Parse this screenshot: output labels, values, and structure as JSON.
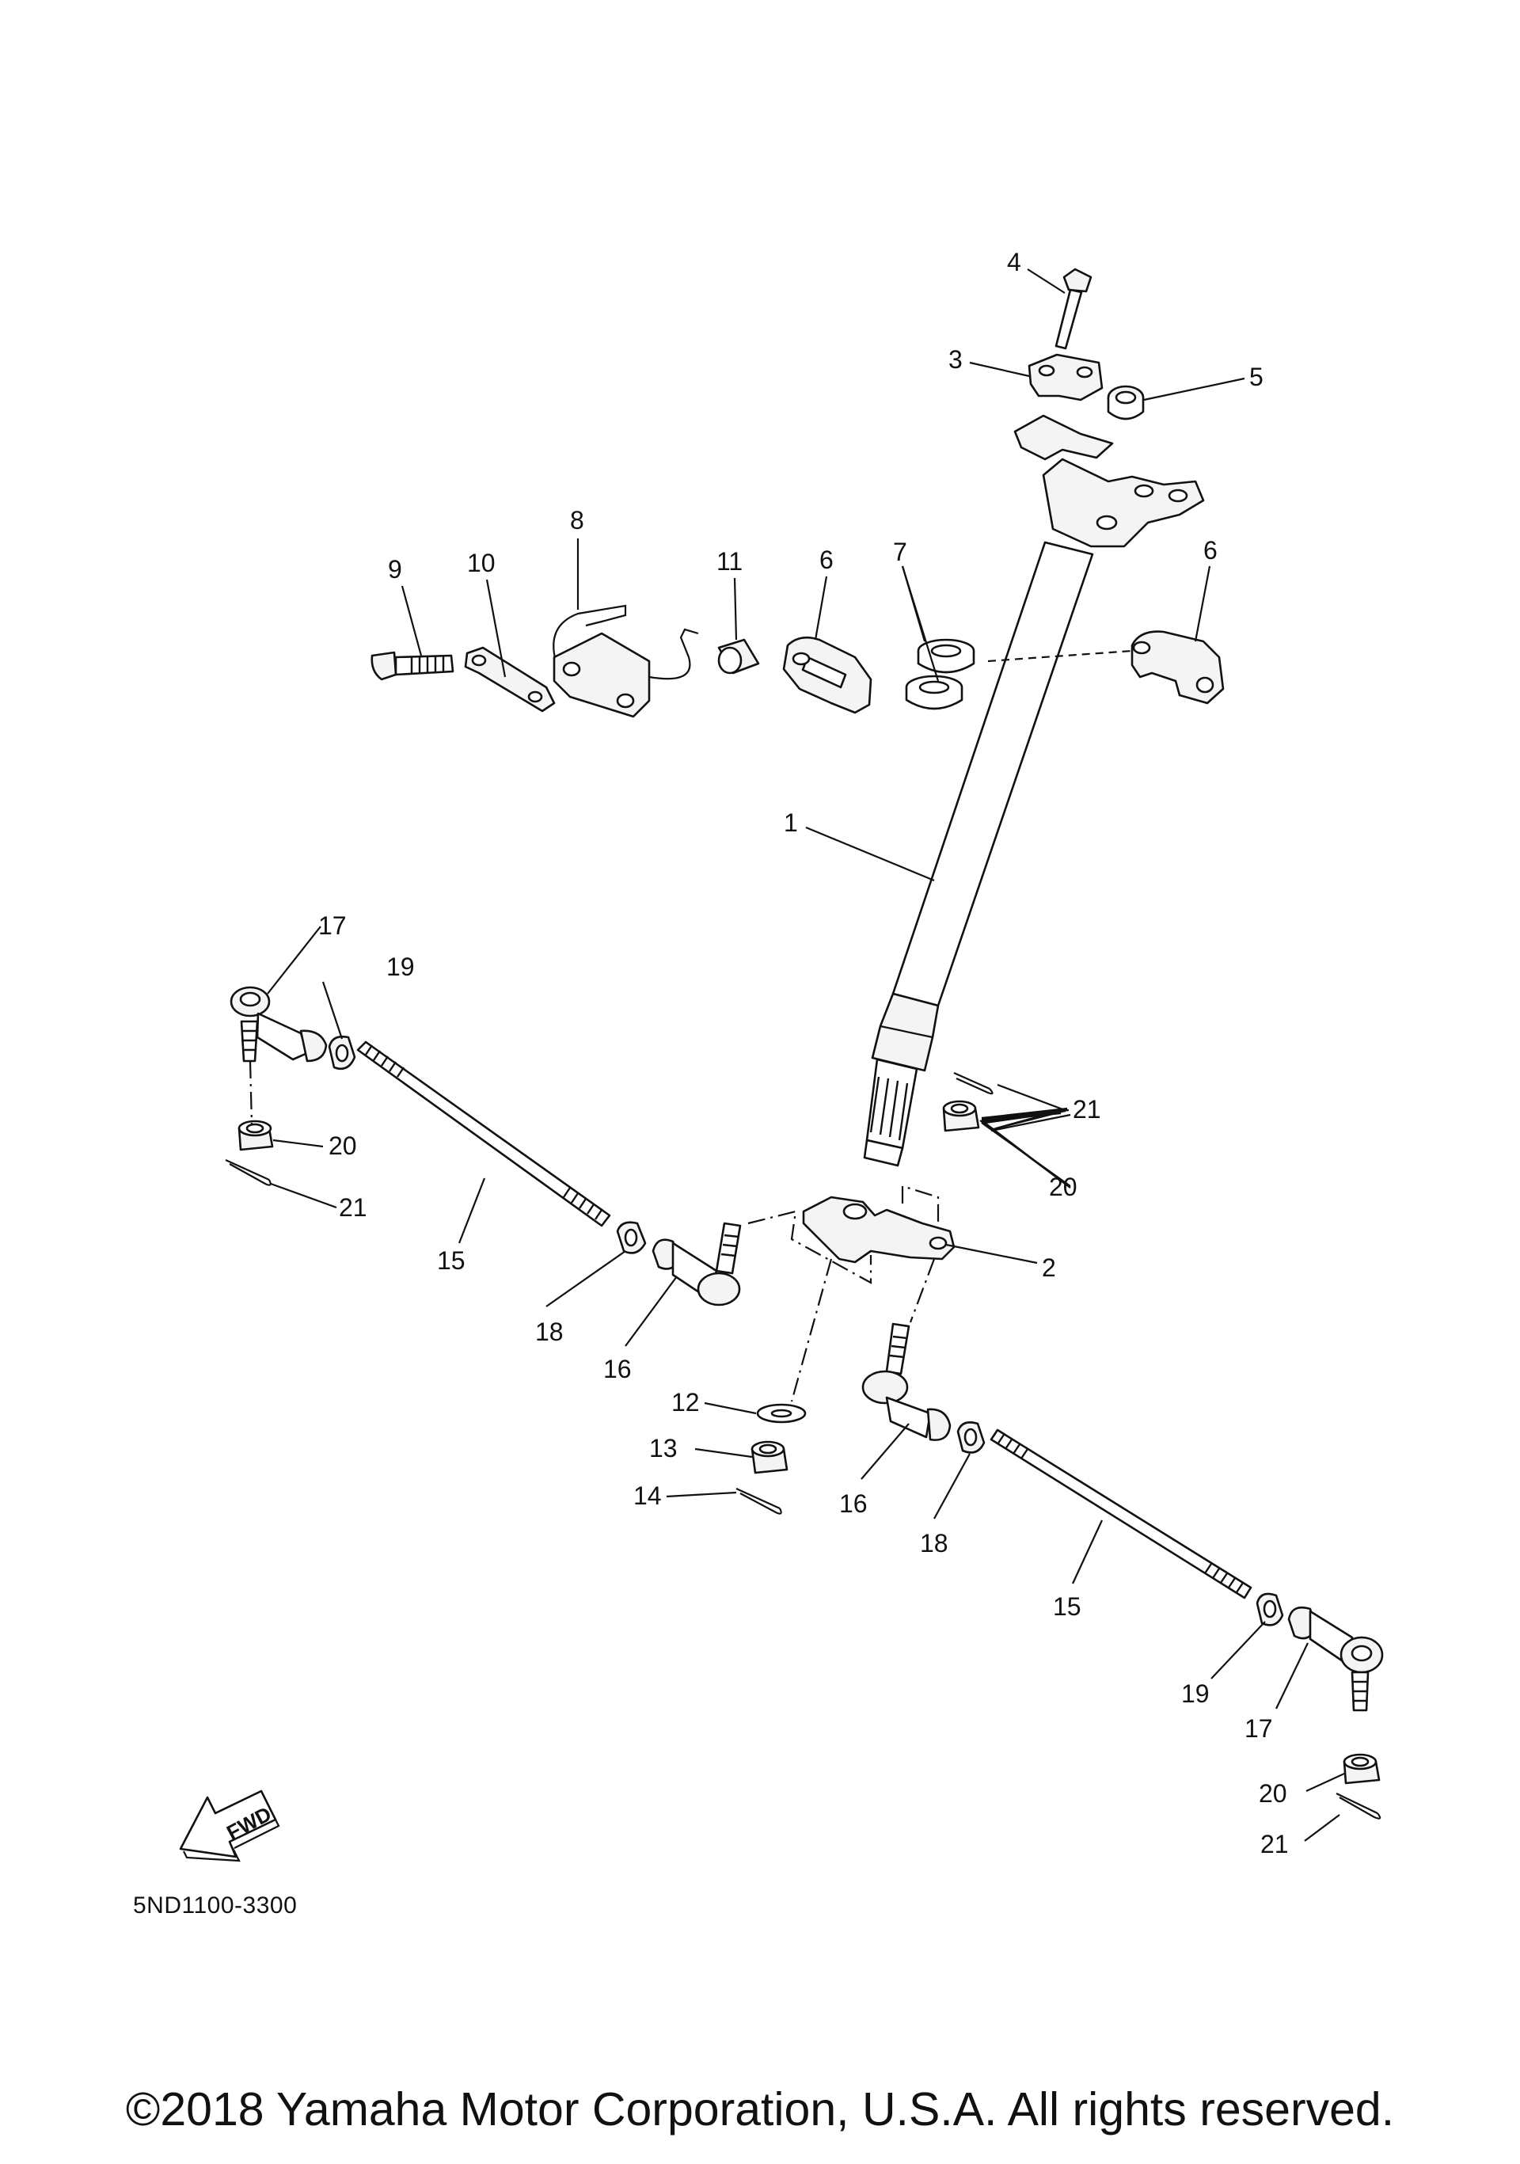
{
  "callouts": {
    "c1": "1",
    "c2": "2",
    "c3": "3",
    "c4": "4",
    "c5": "5",
    "c6": "6",
    "c7": "7",
    "c8": "8",
    "c9": "9",
    "c10": "10",
    "c11": "11",
    "c12": "12",
    "c13": "13",
    "c14": "14",
    "c15": "15",
    "c16": "16",
    "c17": "17",
    "c18": "18",
    "c19": "19",
    "c20": "20",
    "c21": "21"
  },
  "forward_arrow": {
    "label": "FWD"
  },
  "diagram_code": "5ND1100-3300",
  "copyright": "©2018 Yamaha Motor Corporation, U.S.A. All rights reserved."
}
